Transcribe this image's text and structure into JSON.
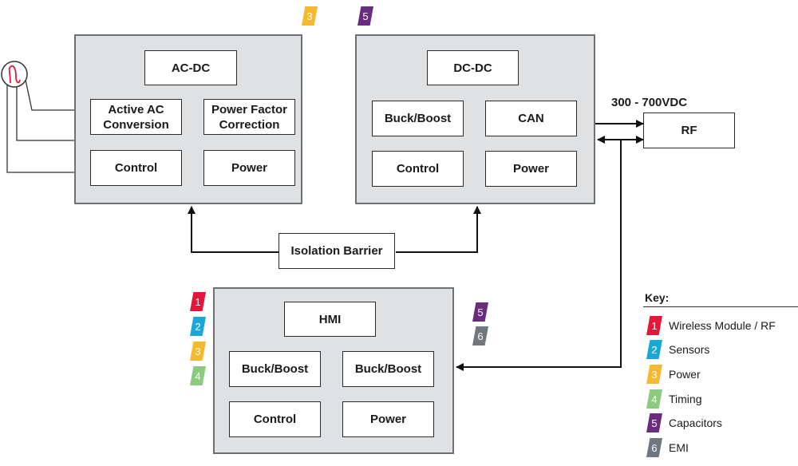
{
  "acdc": {
    "title": "AC-DC",
    "active_ac": "Active AC\nConversion",
    "pfc": "Power Factor\nCorrection",
    "control": "Control",
    "power": "Power"
  },
  "dcdc": {
    "title": "DC-DC",
    "buck_boost": "Buck/Boost",
    "can": "CAN",
    "control": "Control",
    "power": "Power"
  },
  "hmi": {
    "title": "HMI",
    "buck_boost_1": "Buck/Boost",
    "buck_boost_2": "Buck/Boost",
    "control": "Control",
    "power": "Power"
  },
  "isolation_barrier": "Isolation Barrier",
  "rf": "RF",
  "voltage_label": "300 - 700VDC",
  "tags": {
    "acdc": [
      "3"
    ],
    "dcdc": [
      "5"
    ],
    "hmi_left": [
      "1",
      "2",
      "3",
      "4"
    ],
    "hmi_right": [
      "5",
      "6"
    ]
  },
  "key": {
    "title": "Key:",
    "items": [
      {
        "num": "1",
        "label": "Wireless Module / RF",
        "color": "#e4163a"
      },
      {
        "num": "2",
        "label": "Sensors",
        "color": "#1aa8d8"
      },
      {
        "num": "3",
        "label": "Power",
        "color": "#f5b82e"
      },
      {
        "num": "4",
        "label": "Timing",
        "color": "#8dc97e"
      },
      {
        "num": "5",
        "label": "Capacitors",
        "color": "#6a2c7e"
      },
      {
        "num": "6",
        "label": "EMI",
        "color": "#6f7780"
      }
    ]
  }
}
